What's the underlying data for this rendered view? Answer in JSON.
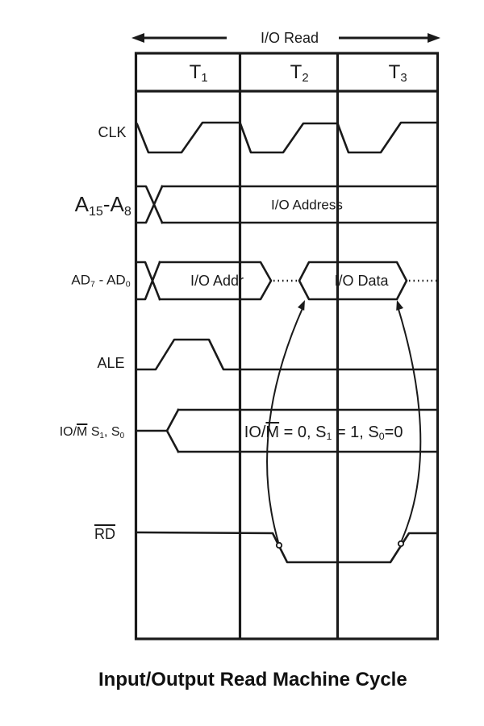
{
  "colors": {
    "line": "#1a1a1a",
    "background": "#ffffff"
  },
  "top_arrow": {
    "label": "I/O Read"
  },
  "header": {
    "t1": {
      "base": "T",
      "sub": "1"
    },
    "t2": {
      "base": "T",
      "sub": "2"
    },
    "t3": {
      "base": "T",
      "sub": "3"
    }
  },
  "signals": {
    "clk": {
      "label": "CLK"
    },
    "a15_a8": {
      "p1": "A",
      "sub1": "15",
      "p2": "-A",
      "sub2": "8"
    },
    "ad7_ad0": {
      "p1": "AD",
      "sub1": "7",
      "p2": " - AD",
      "sub2": "0"
    },
    "ale": {
      "label": "ALE"
    },
    "iom_s1_s0": {
      "p1": "IO/",
      "overline": "M",
      "p2": " S",
      "sub1": "1",
      "p3": ", S",
      "sub2": "0"
    },
    "rd": {
      "overline": "RD"
    }
  },
  "bus_labels": {
    "io_address": "I/O Address",
    "io_addr": "I/O Addr",
    "io_data": "I/O Data",
    "status": {
      "p1": "IO/",
      "overline": "M",
      "p2": " = 0, S",
      "sub1": "1",
      "p3": " = 1, S",
      "sub2": "0",
      "p4": "=0"
    }
  },
  "caption": "Input/Output Read Machine Cycle"
}
